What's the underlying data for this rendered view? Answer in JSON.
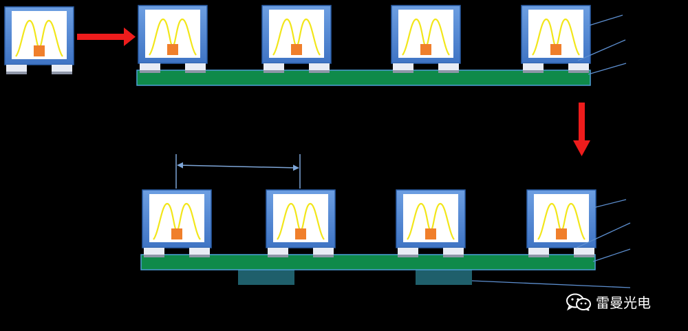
{
  "diagram": {
    "background": "#000000",
    "colors": {
      "package_body": "#5b8fd6",
      "package_edge": "#2a5ea8",
      "lens_window": "#ffffff",
      "wire": "#f2e61a",
      "chip": "#f07f2b",
      "pad": "#e8ecf5",
      "pcb": "#0f8a4a",
      "pcb_edge": "#4ea0d8",
      "heat_block": "#1f5f6b",
      "arrow": "#ee1c1c",
      "dimension_line": "#7ea6d8",
      "leader_line": "#5d8fd0"
    },
    "top_row_package_count": 4,
    "bottom_row_package_count": 4,
    "bottom_row_heat_blocks": 2,
    "top_row_leader_lines": 3,
    "bottom_row_leader_lines": 4
  },
  "watermark": {
    "icon": "wechat-icon",
    "text": "雷曼光电"
  }
}
